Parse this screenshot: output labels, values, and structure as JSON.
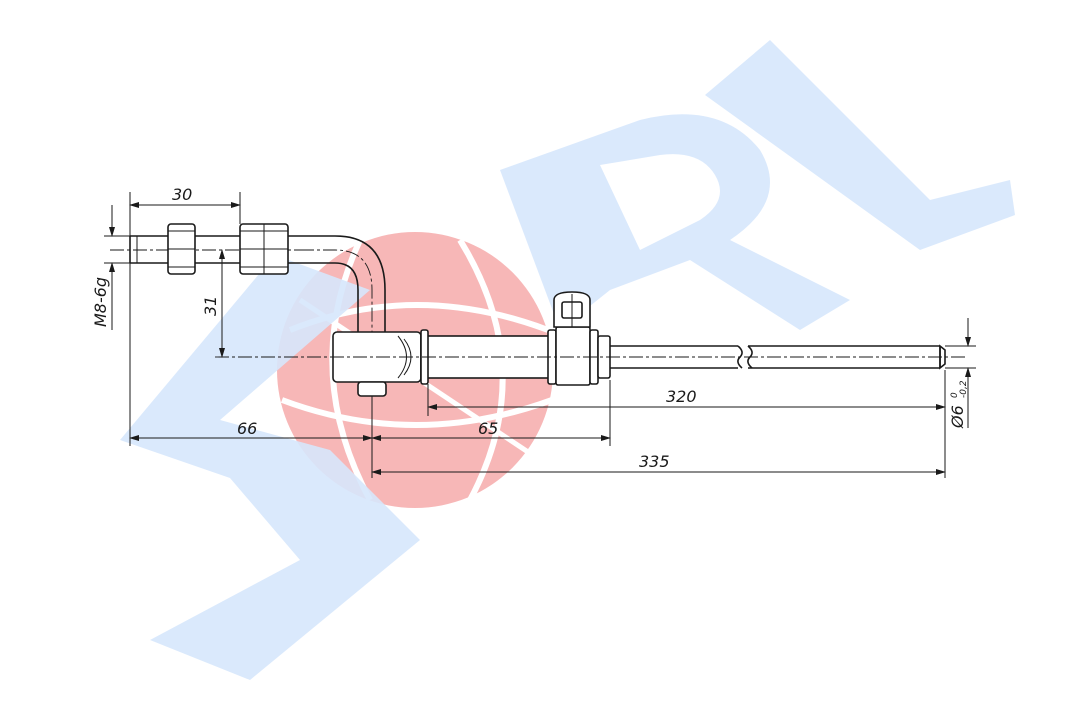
{
  "watermark": {
    "letters": "SORL",
    "blue": "#cfe3fb",
    "red": "#f4aeae"
  },
  "dimensions": {
    "thread": "M8-6g",
    "offset_horizontal": "30",
    "offset_vertical": "31",
    "length_66": "66",
    "length_65": "65",
    "length_320": "320",
    "length_335": "335",
    "diameter": "Ø6",
    "tol_upper": "0",
    "tol_lower": "-0,2"
  }
}
